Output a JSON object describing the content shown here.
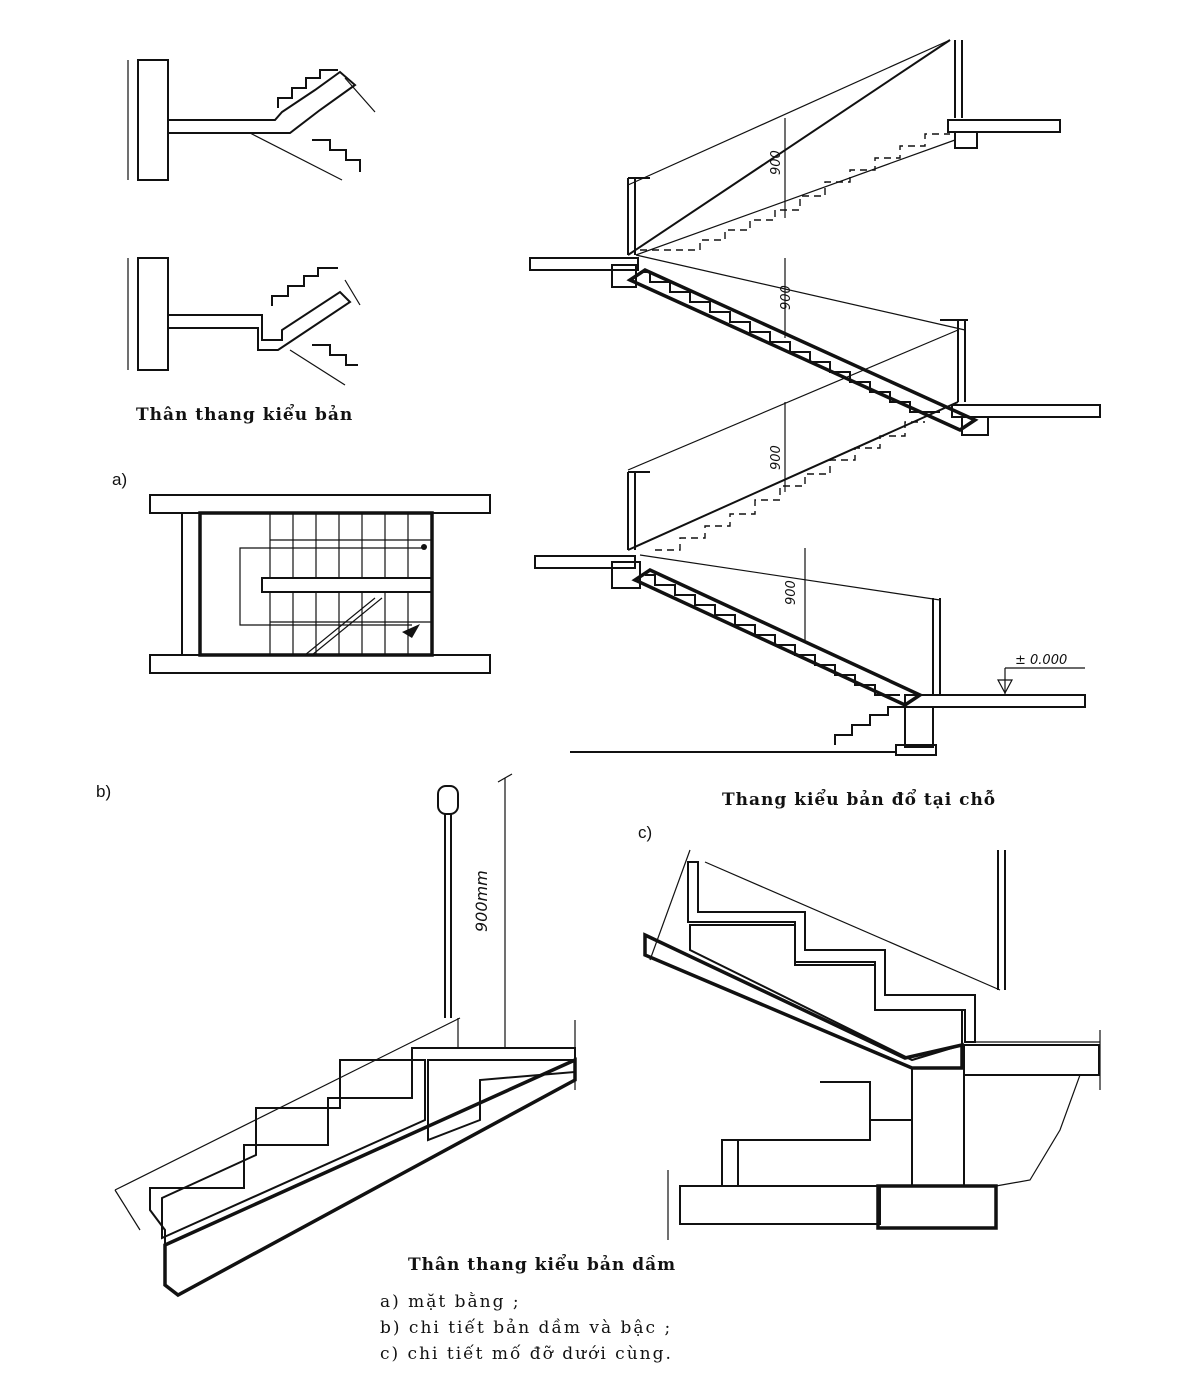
{
  "labels": {
    "a": "a)",
    "b": "b)",
    "c": "c)"
  },
  "captions": {
    "slab_body": "Thân thang kiểu bản",
    "cast_in_place": "Thang kiểu bản đổ tại chỗ",
    "slab_beam_body": "Thân thang kiểu bản dầm"
  },
  "legend": [
    "a)  mặt  bằng  ;",
    "b)  chi  tiết  bản  dầm  và  bậc  ;",
    "c)  chi  tiết  mố  đỡ  dưới  cùng."
  ],
  "dimensions": {
    "h1": "900",
    "h2": "900",
    "h3": "900",
    "h4": "900",
    "level": "± 0.000",
    "handrail": "900mm"
  }
}
